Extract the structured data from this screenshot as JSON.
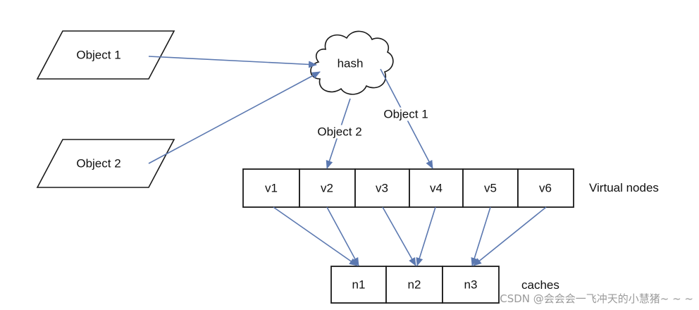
{
  "objects": [
    "Object 1",
    "Object 2"
  ],
  "hash_label": "hash",
  "edge_labels": {
    "object2": "Object 2",
    "object1": "Object 1"
  },
  "virtual_nodes": [
    "v1",
    "v2",
    "v3",
    "v4",
    "v5",
    "v6"
  ],
  "virtual_nodes_label": "Virtual nodes",
  "caches": [
    "n1",
    "n2",
    "n3"
  ],
  "caches_label": "caches",
  "watermark": "CSDN @会会会一飞冲天的小慧猪~ ~ ~",
  "colors": {
    "arrow": "#5b78b0",
    "stroke": "#1a1a1a"
  }
}
